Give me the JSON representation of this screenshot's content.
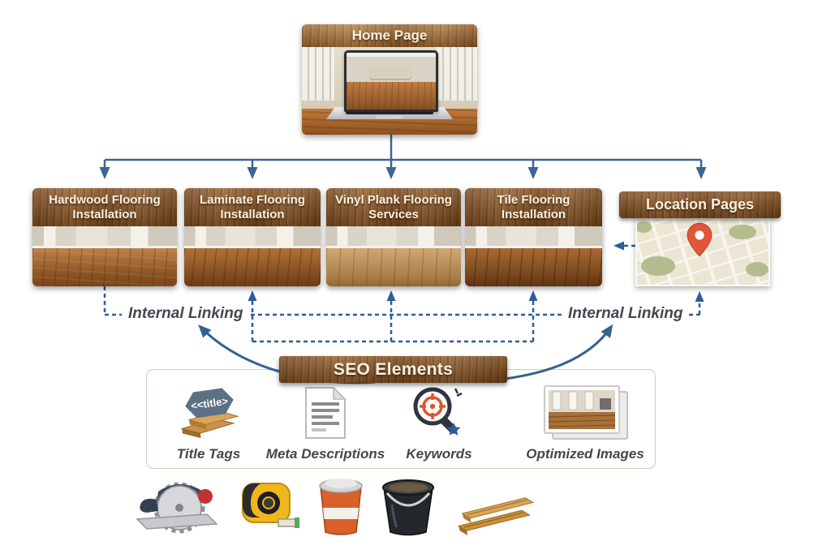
{
  "home": {
    "title": "Home Page"
  },
  "pages": [
    {
      "title": "Hardwood Flooring Installation"
    },
    {
      "title": "Laminate Flooring Installation"
    },
    {
      "title": "Vinyl Plank Flooring Services"
    },
    {
      "title": "Tile Flooring Installation"
    },
    {
      "title": "Location Pages"
    }
  ],
  "linking": {
    "left_label": "Internal Linking",
    "right_label": "Internal Linking"
  },
  "seo": {
    "title": "SEO Elements",
    "items": [
      {
        "label": "Title Tags",
        "icon": "title-tag-icon",
        "tag_text": "<<title>"
      },
      {
        "label": "Meta Descriptions",
        "icon": "document-icon"
      },
      {
        "label": "Keywords",
        "icon": "magnifier-target-icon"
      },
      {
        "label": "Optimized Images",
        "icon": "photo-stack-icon"
      }
    ]
  },
  "tools": [
    {
      "icon": "circular-saw-icon"
    },
    {
      "icon": "tape-measure-icon"
    },
    {
      "icon": "paint-bucket-icon"
    },
    {
      "icon": "black-bucket-icon"
    },
    {
      "icon": "wood-planks-icon"
    }
  ],
  "colors": {
    "connector_blue": "#3c6494",
    "dashed_blue": "#2d5d9b",
    "wood_brown": "#8a5423",
    "pin_red": "#e2553a",
    "panel_border": "#ddc8ba",
    "label_text": "#43474f"
  }
}
